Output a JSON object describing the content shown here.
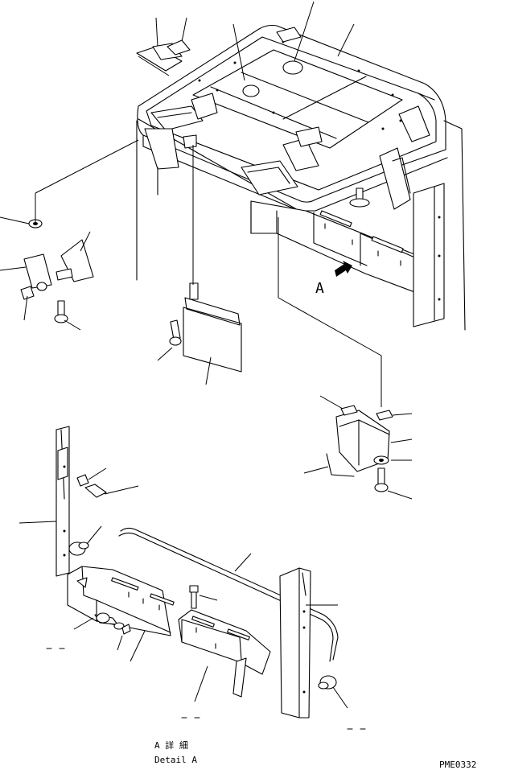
{
  "view_label": "A",
  "detail": {
    "label_jp": "A 詳 細",
    "label_en": "Detail A"
  },
  "drawing_code": "PME0332"
}
